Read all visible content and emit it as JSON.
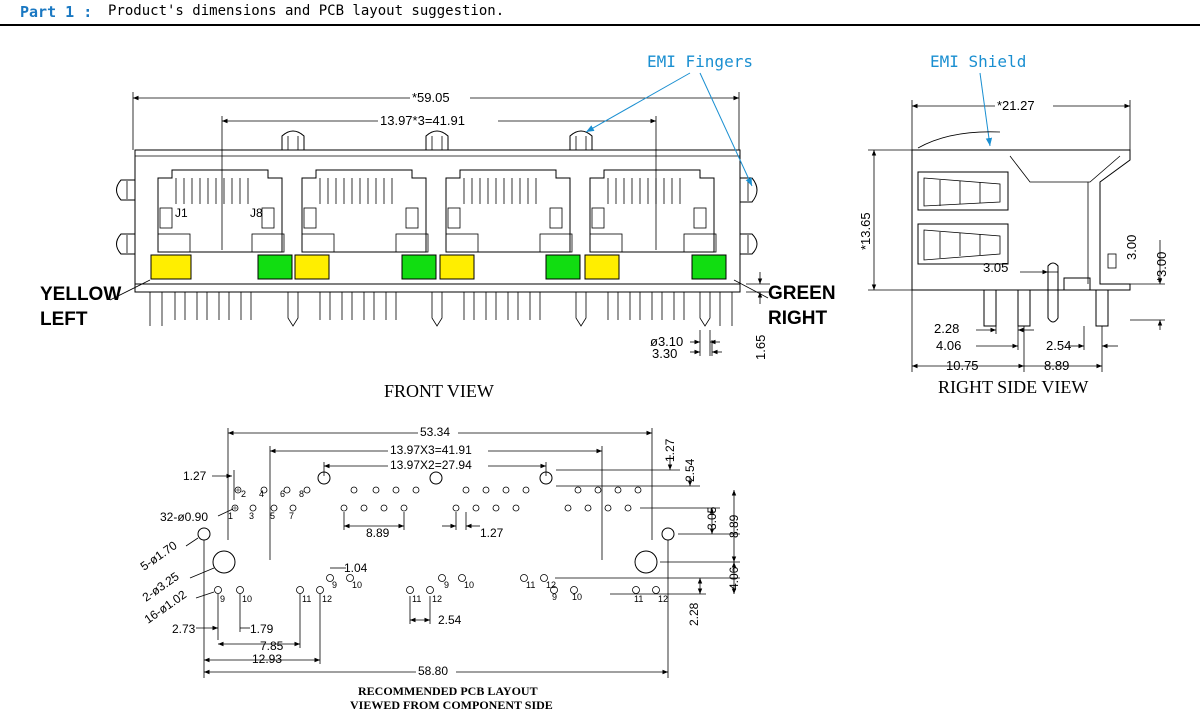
{
  "header": {
    "part": "Part 1 :",
    "description": "Product's dimensions and PCB layout suggestion."
  },
  "callouts": {
    "emi_fingers": "EMI Fingers",
    "emi_shield": "EMI Shield"
  },
  "front_view": {
    "title": "FRONT VIEW",
    "overall": "*59.05",
    "port_pitch": "13.97*3=41.91",
    "port_labels": [
      "J1",
      "J8"
    ],
    "yellow_label_1": "YELLOW",
    "yellow_label_2": "LEFT",
    "green_label_1": "GREEN",
    "green_label_2": "RIGHT",
    "dim_phi": "ø3.10",
    "dim_330": "3.30",
    "dim_165": "1.65",
    "led_yellow": "#ffee00",
    "led_green": "#11dd11"
  },
  "side_view": {
    "title": "RIGHT SIDE VIEW",
    "width": "*21.27",
    "height": "*13.65",
    "right_300": "3.00",
    "right_300b": "*3.00",
    "d305": "3.05",
    "d228": "2.28",
    "d406": "4.06",
    "d1075": "10.75",
    "d254": "2.54",
    "d889": "8.89"
  },
  "pcb": {
    "title_1": "RECOMMENDED PCB LAYOUT",
    "title_2": "VIEWED FROM COMPONENT SIDE",
    "d5334": "53.34",
    "d4191": "13.97X3=41.91",
    "d2794": "13.97X2=27.94",
    "d127_top": "1.27",
    "d127_left": "1.27",
    "d254_top": "2.54",
    "d32": "32-ø0.90",
    "d889": "8.89",
    "d127_mid": "1.27",
    "d305": "3.05",
    "d889_r": "8.89",
    "d5": "5-ø1.70",
    "d104": "1.04",
    "d2": "2-ø3.25",
    "d16": "16-ø1.02",
    "d406": "4.06",
    "d228": "2.28",
    "d273": "2.73",
    "d179": "1.79",
    "d785": "7.85",
    "d1293": "12.93",
    "d254_b": "2.54",
    "d5880": "58.80",
    "pins_top_1": [
      "2",
      "4",
      "6",
      "8"
    ],
    "pins_top_2": [
      "1",
      "3",
      "5",
      "7"
    ],
    "pins_led_a": [
      "9",
      "10"
    ],
    "pins_led_b": [
      "11",
      "12"
    ]
  }
}
